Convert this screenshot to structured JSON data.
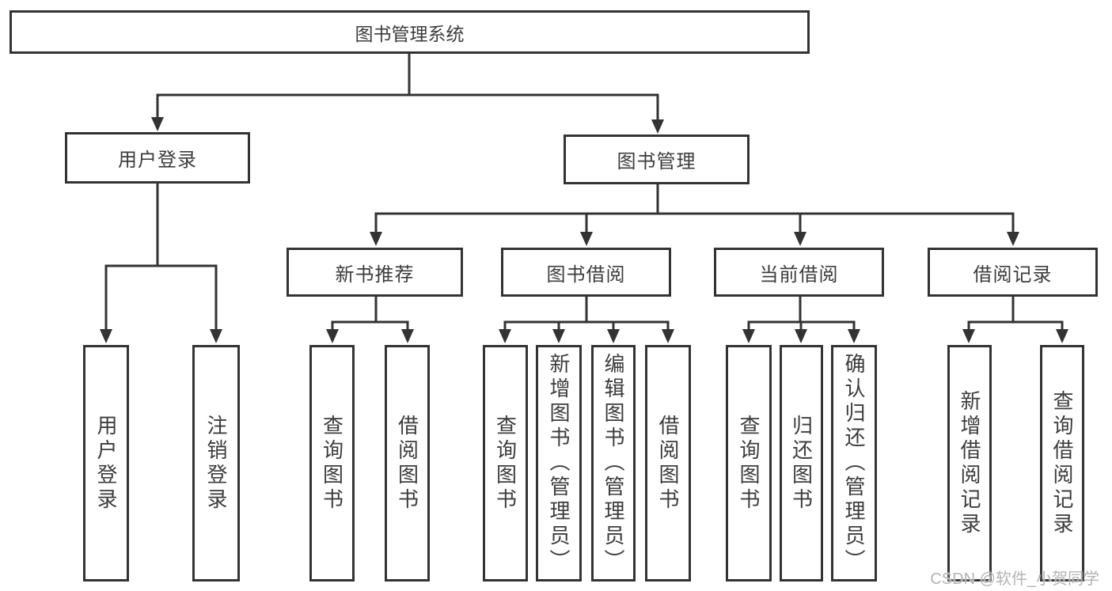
{
  "diagram": {
    "root": {
      "label": "图书管理系统"
    },
    "branches": {
      "user_login": {
        "label": "用户登录",
        "children": [
          "用户登录",
          "注销登录"
        ]
      },
      "book_mgmt": {
        "label": "图书管理",
        "sections": {
          "new_book_rec": {
            "label": "新书推荐",
            "children": [
              "查询图书",
              "借阅图书"
            ]
          },
          "book_borrow": {
            "label": "图书借阅",
            "children": [
              "查询图书",
              "新增图书（管理员）",
              "编辑图书（管理员）",
              "借阅图书"
            ]
          },
          "current_borrow": {
            "label": "当前借阅",
            "children": [
              "查询图书",
              "归还图书",
              "确认归还（管理员）"
            ]
          },
          "borrow_record": {
            "label": "借阅记录",
            "children": [
              "新增借阅记录",
              "查询借阅记录"
            ]
          }
        }
      }
    },
    "watermark": "CSDN @软件_小贺同学",
    "colors": {
      "line": "#333333",
      "text": "#3c3c3c",
      "background": "#ffffff",
      "watermark": "#b3b3b3"
    }
  }
}
